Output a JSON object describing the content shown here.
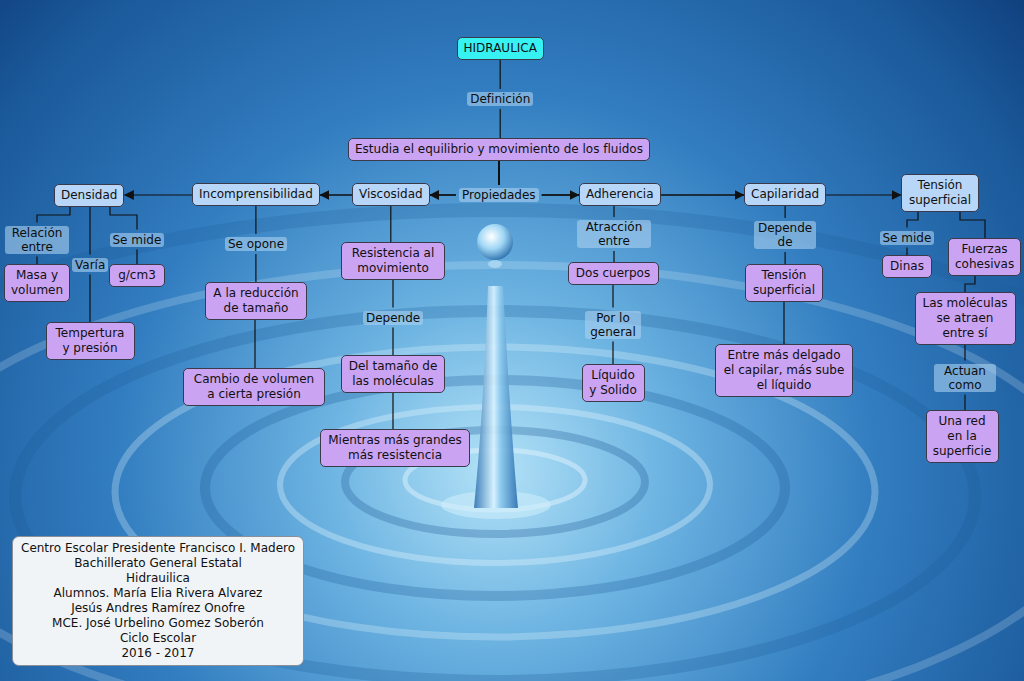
{
  "diagram": {
    "nodes": [
      {
        "text": [
          "HIDRAULICA"
        ]
      },
      {
        "text": [
          "Estudia el equilibrio y movimiento de los fluidos"
        ]
      },
      {
        "text": [
          "Densidad"
        ]
      },
      {
        "text": [
          "Incomprensibilidad"
        ]
      },
      {
        "text": [
          "Viscosidad"
        ]
      },
      {
        "text": [
          "Adherencia"
        ]
      },
      {
        "text": [
          "Capilaridad"
        ]
      },
      {
        "text": [
          "Tensión superficial"
        ]
      },
      {
        "text": [
          "Masa y volumen"
        ]
      },
      {
        "text": [
          "g/cm3"
        ]
      },
      {
        "text": [
          "Tempertura y presión"
        ]
      },
      {
        "text": [
          "A la reducción de tamaño"
        ]
      },
      {
        "text": [
          "Cambio de volumen a cierta presión"
        ]
      },
      {
        "text": [
          "Resistencia al movimiento"
        ]
      },
      {
        "text": [
          "Del tamaño de las moléculas"
        ]
      },
      {
        "text": [
          "Mientras más grandes más resistencia"
        ]
      },
      {
        "text": [
          "Dos cuerpos"
        ]
      },
      {
        "text": [
          "Líquido y Solido"
        ]
      },
      {
        "text": [
          "Tensión superficial"
        ]
      },
      {
        "text": [
          "Entre más delgado el capilar, más sube el líquido"
        ]
      },
      {
        "text": [
          "Dinas"
        ]
      },
      {
        "text": [
          "Fuerzas cohesivas"
        ]
      },
      {
        "text": [
          "Las moléculas se atraen entre sí"
        ]
      },
      {
        "text": [
          "Una red en la superficie"
        ]
      },
      {
        "text": [
          "Centro Escolar Presidente Francisco I. Madero",
          "Bachillerato General Estatal",
          "Hidrauilica",
          "Alumnos. María Elia Rivera Alvarez",
          "Jesús Andres Ramírez Onofre",
          "MCE. José Urbelino Gomez Soberón",
          "Ciclo Escolar",
          "2016 - 2017"
        ]
      }
    ],
    "edges": [
      {
        "from": 0,
        "to": 1,
        "label": "Definición",
        "arrow": "none"
      },
      {
        "from": 1,
        "to": 4,
        "label": "Propiedades",
        "arrow": "to"
      },
      {
        "from": 1,
        "to": 3,
        "arrow": "to"
      },
      {
        "from": 1,
        "to": 2,
        "arrow": "to"
      },
      {
        "from": 1,
        "to": 5,
        "arrow": "to"
      },
      {
        "from": 1,
        "to": 6,
        "arrow": "to"
      },
      {
        "from": 1,
        "to": 7,
        "arrow": "to"
      },
      {
        "from": 2,
        "to": 8,
        "label": "Relación entre",
        "arrow": "none"
      },
      {
        "from": 2,
        "to": 10,
        "label": "Varía",
        "arrow": "none"
      },
      {
        "from": 2,
        "to": 9,
        "label": "Se mide",
        "arrow": "none"
      },
      {
        "from": 3,
        "to": 11,
        "label": "Se opone",
        "arrow": "none"
      },
      {
        "from": 11,
        "to": 12,
        "arrow": "none"
      },
      {
        "from": 4,
        "to": 13,
        "arrow": "none"
      },
      {
        "from": 13,
        "to": 14,
        "label": "Depende",
        "arrow": "none"
      },
      {
        "from": 14,
        "to": 15,
        "arrow": "none"
      },
      {
        "from": 5,
        "to": 16,
        "label": "Atracción entre",
        "arrow": "none"
      },
      {
        "from": 16,
        "to": 17,
        "label": "Por lo general",
        "arrow": "none"
      },
      {
        "from": 6,
        "to": 18,
        "label": "Depende de",
        "arrow": "none"
      },
      {
        "from": 18,
        "to": 19,
        "arrow": "none"
      },
      {
        "from": 7,
        "to": 20,
        "label": "Se mide",
        "arrow": "none"
      },
      {
        "from": 7,
        "to": 21,
        "arrow": "none"
      },
      {
        "from": 21,
        "to": 22,
        "arrow": "none"
      },
      {
        "from": 22,
        "to": 23,
        "label": "Actuan como",
        "arrow": "none"
      }
    ]
  }
}
